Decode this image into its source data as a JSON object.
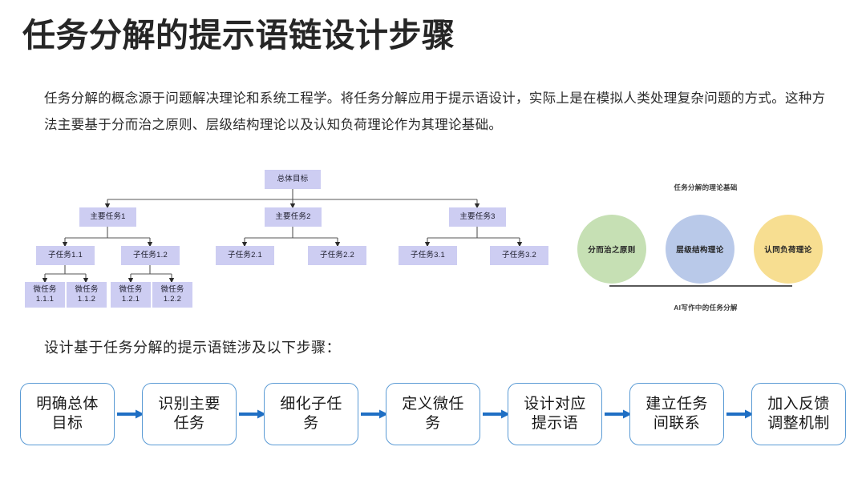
{
  "slide": {
    "title": "任务分解的提示语链设计步骤",
    "intro": "任务分解的概念源于问题解决理论和系统工程学。将任务分解应用于提示语设计，实际上是在模拟人类处理复杂问题的方式。这种方法主要基于分而治之原则、层级结构理论以及认知负荷理论作为其理论基础。",
    "steps_lead": "设计基于任务分解的提示语链涉及以下步骤："
  },
  "colors": {
    "tree_node_fill": "#cdcdf2",
    "flow_border": "#5b9bd5",
    "flow_arrow": "#1f6fc4",
    "circle_green": "#c6e0b4",
    "circle_blue": "#b9c9e9",
    "circle_yellow": "#f7de91",
    "baseline": "#595959",
    "text": "#262626"
  },
  "tree": {
    "root": {
      "label": "总体目标"
    },
    "level1": [
      {
        "label": "主要任务1"
      },
      {
        "label": "主要任务2"
      },
      {
        "label": "主要任务3"
      }
    ],
    "level2": [
      {
        "label": "子任务1.1"
      },
      {
        "label": "子任务1.2"
      },
      {
        "label": "子任务2.1"
      },
      {
        "label": "子任务2.2"
      },
      {
        "label": "子任务3.1"
      },
      {
        "label": "子任务3.2"
      }
    ],
    "level3": [
      {
        "line1": "微任务",
        "line2": "1.1.1"
      },
      {
        "line1": "微任务",
        "line2": "1.1.2"
      },
      {
        "line1": "微任务",
        "line2": "1.2.1"
      },
      {
        "line1": "微任务",
        "line2": "1.2.2"
      }
    ]
  },
  "theory_panel": {
    "title": "任务分解的理论基础",
    "caption": "AI写作中的任务分解",
    "circles": [
      {
        "label": "分而治之原则",
        "color": "#c6e0b4"
      },
      {
        "label": "层级结构理论",
        "color": "#b9c9e9"
      },
      {
        "label": "认同负荷理论",
        "color": "#f7de91"
      }
    ]
  },
  "flow": {
    "steps": [
      {
        "line1": "明确总体",
        "line2": "目标"
      },
      {
        "line1": "识别主要",
        "line2": "任务"
      },
      {
        "line1": "细化子任",
        "line2": "务"
      },
      {
        "line1": "定义微任",
        "line2": "务"
      },
      {
        "line1": "设计对应",
        "line2": "提示语"
      },
      {
        "line1": "建立任务",
        "line2": "间联系"
      },
      {
        "line1": "加入反馈",
        "line2": "调整机制"
      }
    ]
  }
}
